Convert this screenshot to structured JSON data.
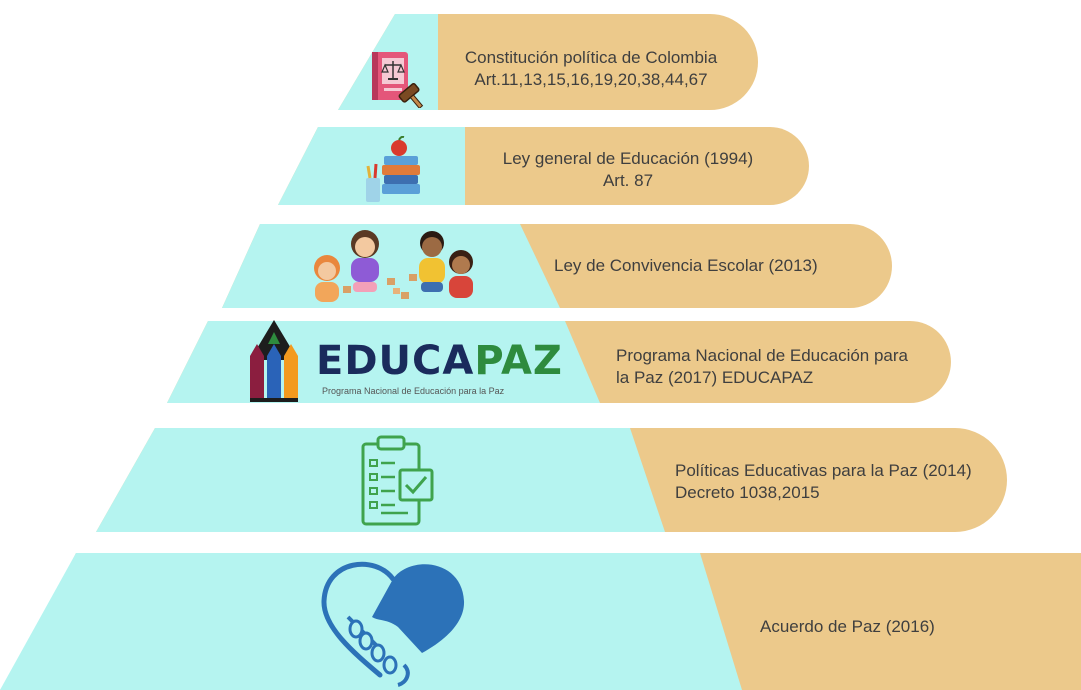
{
  "colors": {
    "tier_fill": "#b5f4f0",
    "label_fill": "#ecc98b",
    "text": "#3f3f3f"
  },
  "tiers": [
    {
      "icon": "law-book-gavel-icon",
      "text": "Constitución política de Colombia\nArt.11,13,15,16,19,20,38,44,67"
    },
    {
      "icon": "books-apple-icon",
      "text": "Ley general de Educación (1994)\nArt. 87"
    },
    {
      "icon": "children-playing-icon",
      "text": "Ley de Convivencia Escolar (2013)"
    },
    {
      "icon": "educapaz-logo",
      "text": "Programa Nacional de Educación para\nla Paz (2017) EDUCAPAZ"
    },
    {
      "icon": "checklist-icon",
      "text": "Políticas Educativas para la Paz (2014)\nDecreto 1038,2015"
    },
    {
      "icon": "handshake-heart-icon",
      "text": "Acuerdo de Paz (2016)"
    }
  ],
  "educapaz_logo": {
    "word_part1": "EDUCA",
    "word_part2": "PAZ",
    "subtitle": "Programa Nacional de Educación para la Paz",
    "color_part1": "#1a2b5c",
    "color_part2": "#2e8b3e"
  }
}
